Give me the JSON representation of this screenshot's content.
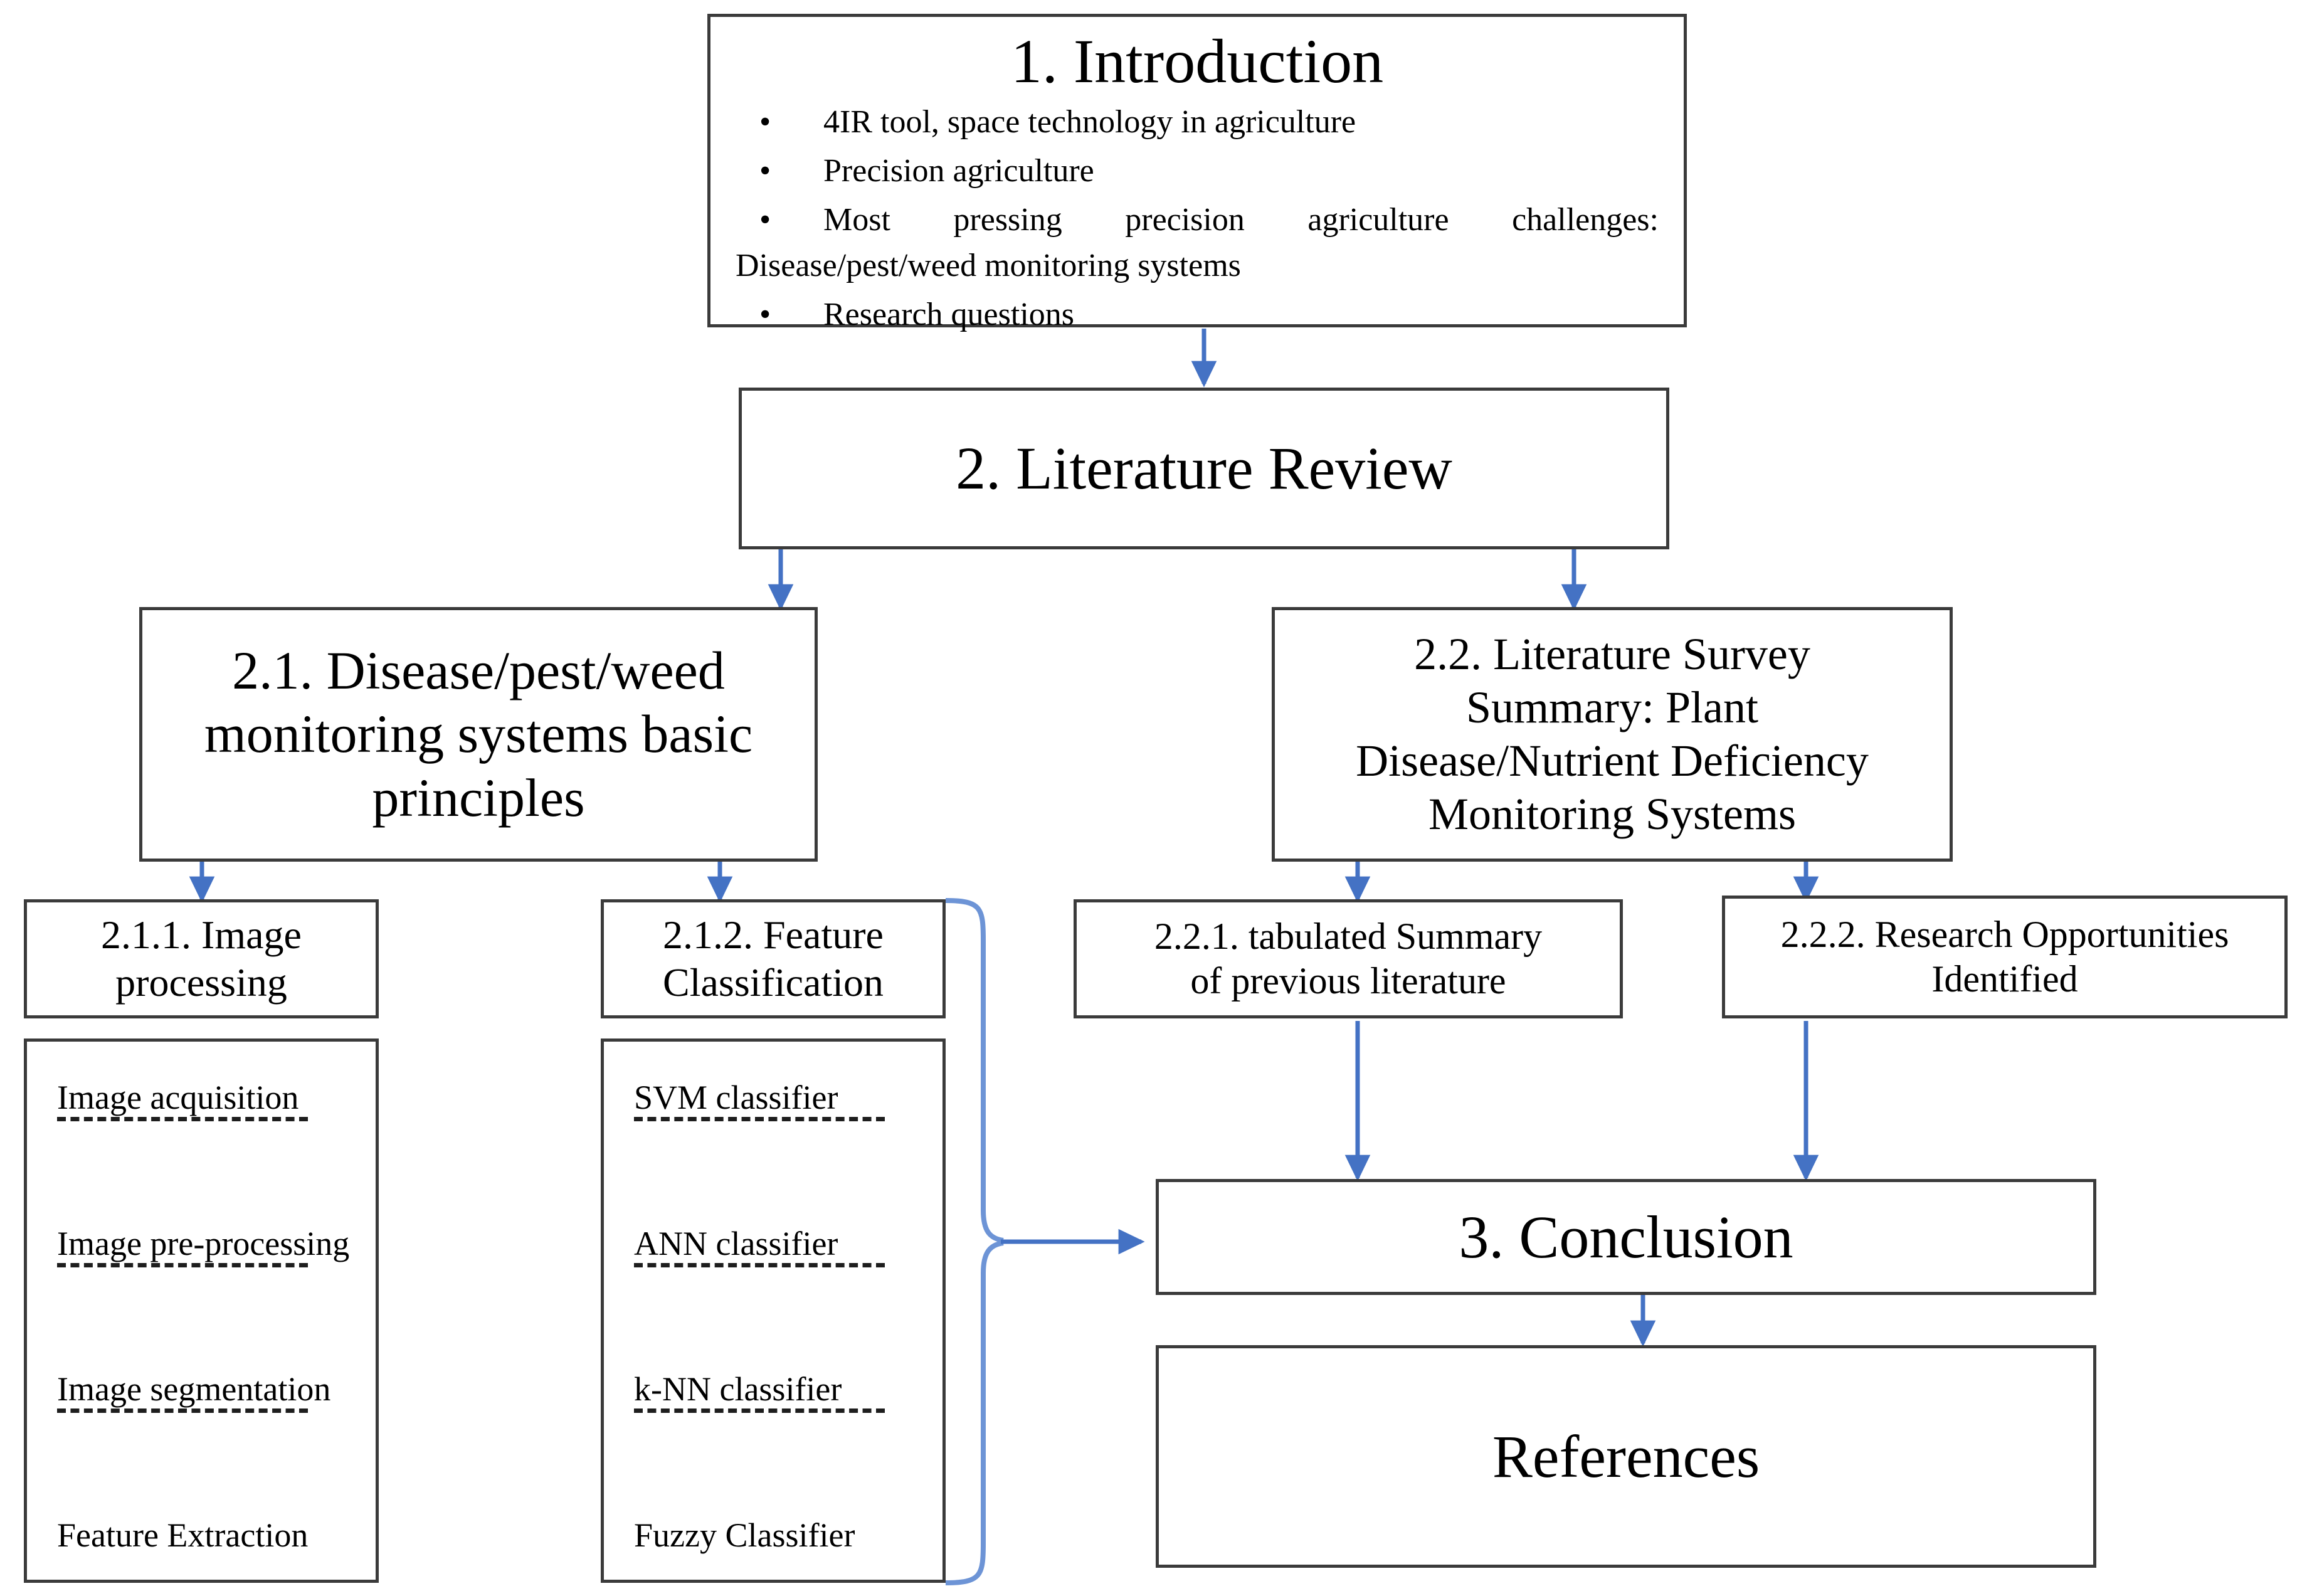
{
  "diagram": {
    "title": "Paper structure flowchart",
    "accent_color": "#4472C4",
    "border_color": "#3b3b3b"
  },
  "nodes": {
    "introduction": {
      "title": "1. Introduction",
      "bullets": [
        "4IR tool, space technology in agriculture",
        "Precision agriculture",
        "Most  pressing  precision  agriculture  challenges:",
        "Research questions"
      ],
      "bullet3_line2": "Disease/pest/weed monitoring systems",
      "bullet_glyph": "•"
    },
    "literature_review": {
      "title": "2. Literature Review"
    },
    "section_2_1": {
      "line1": "2.1. Disease/pest/weed",
      "line2": "monitoring systems basic",
      "line3": "principles"
    },
    "section_2_2": {
      "line1": "2.2. Literature Survey",
      "line2": "Summary: Plant",
      "line3": "Disease/Nutrient Deficiency",
      "line4": "Monitoring Systems"
    },
    "section_2_1_1": {
      "line1": "2.1.1. Image",
      "line2": "processing"
    },
    "section_2_1_2": {
      "line1": "2.1.2.  Feature",
      "line2": "Classification"
    },
    "section_2_2_1": {
      "line1": "2.2.1. tabulated Summary",
      "line2": "of previous literature"
    },
    "section_2_2_2": {
      "line1": "2.2.2. Research Opportunities",
      "line2": "Identified"
    },
    "conclusion": {
      "title": "3. Conclusion"
    },
    "references": {
      "title": "References"
    }
  },
  "lists": {
    "image_processing_steps": [
      "Image  acquisition",
      "Image pre-processing",
      "Image segmentation",
      "Feature  Extraction"
    ],
    "classifiers": [
      "SVM  classifier",
      "ANN  classifier",
      "k-NN classifier",
      "Fuzzy  Classifier"
    ],
    "separator_glyph": "------------------"
  }
}
